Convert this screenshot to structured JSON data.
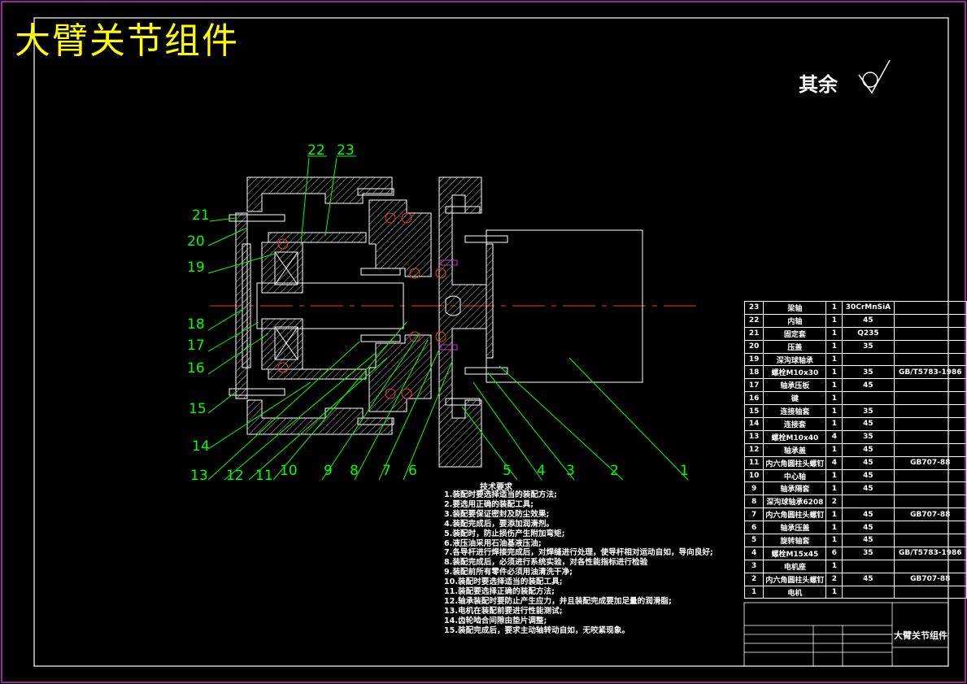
{
  "drawing_title": "大臂关节组件",
  "surface_roughness_note": "其余",
  "balloons": [
    "1",
    "2",
    "3",
    "4",
    "5",
    "6",
    "7",
    "8",
    "9",
    "10",
    "11",
    "12",
    "13",
    "14",
    "15",
    "16",
    "17",
    "18",
    "19",
    "20",
    "21",
    "22",
    "23"
  ],
  "technical_requirements": {
    "heading": "技术要求",
    "items": [
      "1.装配时要选择适当的装配方法;",
      "2.要选用正确的装配工具;",
      "3.装配要保证密封及防尘效果;",
      "4.装配完成后，要添加润滑剂。",
      "5.装配时，防止损伤产生附加弯矩;",
      "6.液压油采用石油基液压油;",
      "7.各导杆进行焊接完成后，对焊缝进行处理，使导杆相对运动自如，导向良好;",
      "8.装配完成后，必须进行系统实验，对各性能指标进行检验",
      "9.装配前所有零件必须用油清洗干净;",
      "10.装配时要选择适当的装配工具;",
      "11.装配要选择正确的装配方法;",
      "12.轴承装配时要防止产生应力，并且装配完成要加足量的润滑脂;",
      "13.电机在装配前要进行性能测试;",
      "14.齿轮啮合间隙由垫片调整;",
      "15.装配完成后，要求主动轴转动自如，无咬紧现象。"
    ]
  },
  "bom": [
    {
      "no": "23",
      "name": "梁轴",
      "qty": "1",
      "material": "30CrMnSiA",
      "standard": ""
    },
    {
      "no": "22",
      "name": "内轴",
      "qty": "1",
      "material": "45",
      "standard": ""
    },
    {
      "no": "21",
      "name": "固定套",
      "qty": "1",
      "material": "Q235",
      "standard": ""
    },
    {
      "no": "20",
      "name": "压盖",
      "qty": "1",
      "material": "35",
      "standard": ""
    },
    {
      "no": "19",
      "name": "深沟球轴承",
      "qty": "1",
      "material": "",
      "standard": ""
    },
    {
      "no": "18",
      "name": "螺栓M10x30",
      "qty": "1",
      "material": "35",
      "standard": "GB/T5783-1986"
    },
    {
      "no": "17",
      "name": "轴承压板",
      "qty": "1",
      "material": "45",
      "standard": ""
    },
    {
      "no": "16",
      "name": "键",
      "qty": "1",
      "material": "",
      "standard": ""
    },
    {
      "no": "15",
      "name": "连接轴套",
      "qty": "1",
      "material": "35",
      "standard": ""
    },
    {
      "no": "14",
      "name": "连接套",
      "qty": "1",
      "material": "45",
      "standard": ""
    },
    {
      "no": "13",
      "name": "螺栓M10x40",
      "qty": "4",
      "material": "35",
      "standard": ""
    },
    {
      "no": "12",
      "name": "轴承盖",
      "qty": "1",
      "material": "45",
      "standard": ""
    },
    {
      "no": "11",
      "name": "内六角圆柱头螺钉",
      "qty": "4",
      "material": "45",
      "standard": "GB707-88"
    },
    {
      "no": "10",
      "name": "中心轴",
      "qty": "1",
      "material": "45",
      "standard": ""
    },
    {
      "no": "9",
      "name": "轴承隔套",
      "qty": "1",
      "material": "45",
      "standard": ""
    },
    {
      "no": "8",
      "name": "深沟球轴承6208",
      "qty": "2",
      "material": "",
      "standard": ""
    },
    {
      "no": "7",
      "name": "内六角圆柱头螺钉",
      "qty": "1",
      "material": "45",
      "standard": "GB707-88"
    },
    {
      "no": "6",
      "name": "轴承压盖",
      "qty": "1",
      "material": "45",
      "standard": ""
    },
    {
      "no": "5",
      "name": "旋转轴套",
      "qty": "1",
      "material": "45",
      "standard": ""
    },
    {
      "no": "4",
      "name": "螺栓M15x45",
      "qty": "6",
      "material": "35",
      "standard": "GB/T5783-1986"
    },
    {
      "no": "3",
      "name": "电机座",
      "qty": "1",
      "material": "",
      "standard": ""
    },
    {
      "no": "2",
      "name": "内六角圆柱头螺钉",
      "qty": "2",
      "material": "45",
      "standard": "GB707-88"
    },
    {
      "no": "1",
      "name": "电机",
      "qty": "1",
      "material": "",
      "standard": ""
    }
  ],
  "title_block_name": "大臂关节组件",
  "colors": {
    "frame": "#cc33cc",
    "title": "#ffff00",
    "leader": "#00ff00",
    "part": "#ffffff",
    "centerline": "#ff3333",
    "hatch": "#ffffff"
  }
}
